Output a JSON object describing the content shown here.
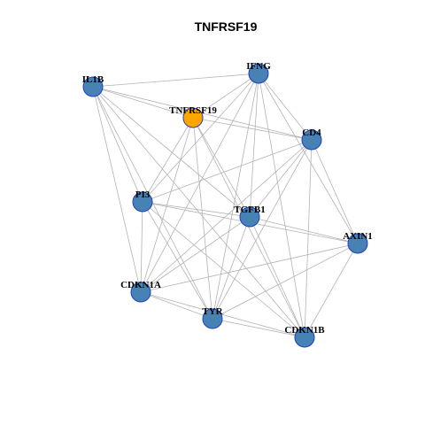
{
  "title": "TNFRSF19",
  "colors": {
    "node_default": "#4682b4",
    "node_highlight": "#ffa500",
    "node_border": "#1f3fbf",
    "edge": "#b3b3b3"
  },
  "nodes": [
    {
      "id": "IFNG",
      "label": "IFNG",
      "highlight": false
    },
    {
      "id": "IL1B",
      "label": "IL1B",
      "highlight": false
    },
    {
      "id": "TNFRSF19",
      "label": "TNFRSF19",
      "highlight": true
    },
    {
      "id": "CD4",
      "label": "CD4",
      "highlight": false
    },
    {
      "id": "PI3",
      "label": "PI3",
      "highlight": false
    },
    {
      "id": "TGFB1",
      "label": "TGFB1",
      "highlight": false
    },
    {
      "id": "AXIN1",
      "label": "AXIN1",
      "highlight": false
    },
    {
      "id": "CDKN1A",
      "label": "CDKN1A",
      "highlight": false
    },
    {
      "id": "TYR",
      "label": "TYR",
      "highlight": false
    },
    {
      "id": "CDKN1B",
      "label": "CDKN1B",
      "highlight": false
    }
  ],
  "edges": [
    [
      "IL1B",
      "IFNG"
    ],
    [
      "IL1B",
      "TNFRSF19"
    ],
    [
      "IL1B",
      "CD4"
    ],
    [
      "IL1B",
      "PI3"
    ],
    [
      "IL1B",
      "TGFB1"
    ],
    [
      "IL1B",
      "CDKN1A"
    ],
    [
      "IL1B",
      "TYR"
    ],
    [
      "IL1B",
      "CDKN1B"
    ],
    [
      "IFNG",
      "TNFRSF19"
    ],
    [
      "IFNG",
      "CD4"
    ],
    [
      "IFNG",
      "PI3"
    ],
    [
      "IFNG",
      "TGFB1"
    ],
    [
      "IFNG",
      "AXIN1"
    ],
    [
      "IFNG",
      "CDKN1A"
    ],
    [
      "IFNG",
      "TYR"
    ],
    [
      "IFNG",
      "CDKN1B"
    ],
    [
      "TNFRSF19",
      "CD4"
    ],
    [
      "TNFRSF19",
      "PI3"
    ],
    [
      "TNFRSF19",
      "TGFB1"
    ],
    [
      "TNFRSF19",
      "CDKN1A"
    ],
    [
      "TNFRSF19",
      "TYR"
    ],
    [
      "TNFRSF19",
      "CDKN1B"
    ],
    [
      "CD4",
      "PI3"
    ],
    [
      "CD4",
      "TGFB1"
    ],
    [
      "CD4",
      "AXIN1"
    ],
    [
      "CD4",
      "CDKN1A"
    ],
    [
      "CD4",
      "TYR"
    ],
    [
      "CD4",
      "CDKN1B"
    ],
    [
      "PI3",
      "TGFB1"
    ],
    [
      "PI3",
      "AXIN1"
    ],
    [
      "PI3",
      "CDKN1A"
    ],
    [
      "PI3",
      "TYR"
    ],
    [
      "PI3",
      "CDKN1B"
    ],
    [
      "TGFB1",
      "AXIN1"
    ],
    [
      "TGFB1",
      "CDKN1A"
    ],
    [
      "TGFB1",
      "TYR"
    ],
    [
      "TGFB1",
      "CDKN1B"
    ],
    [
      "AXIN1",
      "CDKN1A"
    ],
    [
      "AXIN1",
      "TYR"
    ],
    [
      "AXIN1",
      "CDKN1B"
    ],
    [
      "CDKN1A",
      "TYR"
    ],
    [
      "CDKN1A",
      "CDKN1B"
    ],
    [
      "TYR",
      "CDKN1B"
    ]
  ]
}
